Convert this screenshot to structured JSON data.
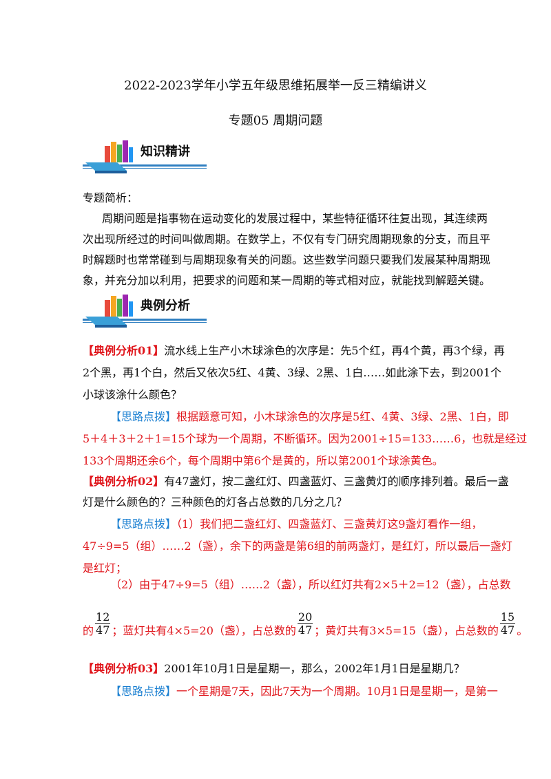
{
  "doc": {
    "title": "2022-2023学年小学五年级思维拓展举一反三精编讲义",
    "subtitle": "专题05 周期问题"
  },
  "banner1": {
    "label": "知识精讲",
    "icon": "books-icon"
  },
  "banner2": {
    "label": "典例分析",
    "icon": "books-icon"
  },
  "intro": {
    "heading": "专题简析：",
    "lines": [
      "周期问题是指事物在运动变化的发展过程中，某些特征循环往复出现，其连续两",
      "次出现所经过的时间叫做周期。在数学上，不仅有专门研究周期现象的分支，而且平",
      "时解题时也常常碰到与周期现象有关的问题。这些数学问题只要我们发展某种周期现",
      "象，并充分加以利用，把要求的问题和某一周期的等式相对应，就能找到解题关键。"
    ]
  },
  "ex1": {
    "tag": "【典例分析01】",
    "q1": "流水线上生产小木球涂色的次序是：先5个红，再4个黄，再3个绿，再",
    "q2": "2个黑，再1个白，然后又依次5红、4黄、3绿、2黑、1白……如此涂下去，到2001个",
    "q3": "小球该涂什么颜色？",
    "hint_tag": "【思路点拨】",
    "a1": "根据题意可知，小木球涂色的次序是5红、4黄、3绿、2黑、1白，即",
    "a2": "5＋4＋3＋2＋1=15个球为一个周期，不断循环。因为2001÷15=133……6，也就是经过",
    "a3": "133个周期还余6个，每个周期中第6个是黄的，所以第2001个球涂黄色。"
  },
  "ex2": {
    "tag": "【典例分析02】",
    "q1": "有47盏灯，按二盏红灯、四盏蓝灯、三盏黄灯的顺序排列着。最后一盏",
    "q2": "灯是什么颜色的？三种颜色的灯各占总数的几分之几？",
    "hint_tag": "【思路点拨】",
    "a1": "（1）我们把二盏红灯、四盏蓝灯、三盏黄灯这9盏灯看作一组，",
    "a2": "47÷9=5（组）……2（盏），余下的两盏是第6组的前两盏灯，是红灯，所以最后一盏灯",
    "a3": "是红灯；",
    "a4": "（2）由于47÷9=5（组）……2（盏），所以红灯共有2×5＋2=12（盏），占总数",
    "f1_pre": "的",
    "f1_num": "12",
    "f1_den": "47",
    "mid1": "；蓝灯共有4×5=20（盏），占总数的",
    "f2_num": "20",
    "f2_den": "47",
    "mid2": "；黄灯共有3×5=15（盏），占总数的",
    "f3_num": "15",
    "f3_den": "47",
    "end": "。"
  },
  "ex3": {
    "tag": "【典例分析03】",
    "q1": "2001年10月1日是星期一，那么，2002年1月1日是星期几？",
    "hint_tag": "【思路点拨】",
    "a1": "一个星期是7天，因此7天为一个周期。10月1日是星期一，是第一"
  },
  "colors": {
    "red": "#e0151b",
    "blue": "#1a7fd1"
  }
}
